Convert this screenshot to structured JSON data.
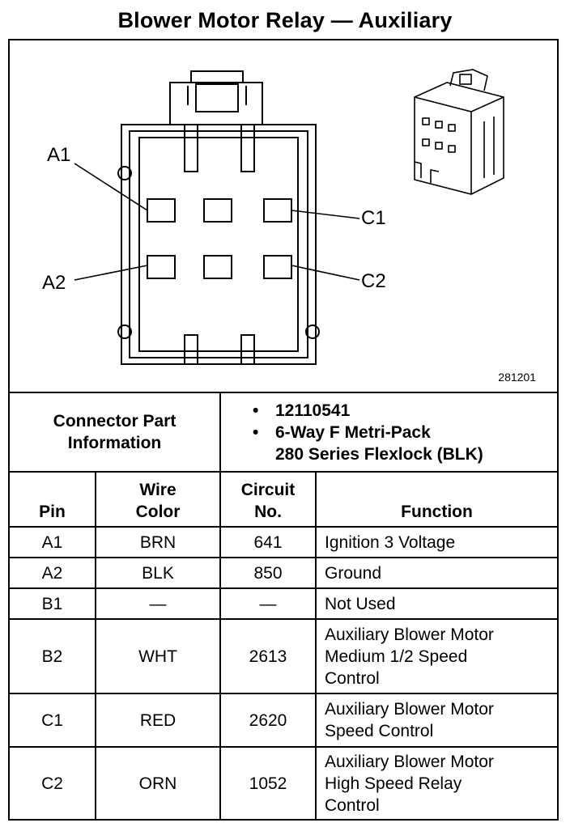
{
  "title": "Blower Motor Relay — Auxiliary",
  "diagram": {
    "pin_labels": {
      "a1": "A1",
      "a2": "A2",
      "c1": "C1",
      "c2": "C2"
    },
    "figure_number": "281201"
  },
  "connector_info": {
    "label_line1": "Connector Part",
    "label_line2": "Information",
    "items": [
      {
        "lines": [
          "12110541"
        ]
      },
      {
        "lines": [
          "6-Way F Metri-Pack",
          "280 Series Flexlock (BLK)"
        ]
      }
    ]
  },
  "table": {
    "headers": {
      "pin": "Pin",
      "wire_color_line1": "Wire",
      "wire_color_line2": "Color",
      "circuit_line1": "Circuit",
      "circuit_line2": "No.",
      "function": "Function"
    },
    "rows": [
      {
        "pin": "A1",
        "wire": "BRN",
        "circuit": "641",
        "function": [
          "Ignition 3 Voltage"
        ]
      },
      {
        "pin": "A2",
        "wire": "BLK",
        "circuit": "850",
        "function": [
          "Ground"
        ]
      },
      {
        "pin": "B1",
        "wire": "—",
        "circuit": "—",
        "function": [
          "Not Used"
        ]
      },
      {
        "pin": "B2",
        "wire": "WHT",
        "circuit": "2613",
        "function": [
          "Auxiliary Blower Motor",
          "Medium 1/2 Speed",
          "Control"
        ]
      },
      {
        "pin": "C1",
        "wire": "RED",
        "circuit": "2620",
        "function": [
          "Auxiliary Blower Motor",
          "Speed Control"
        ]
      },
      {
        "pin": "C2",
        "wire": "ORN",
        "circuit": "1052",
        "function": [
          "Auxiliary Blower Motor",
          "High Speed Relay",
          "Control"
        ]
      }
    ]
  }
}
